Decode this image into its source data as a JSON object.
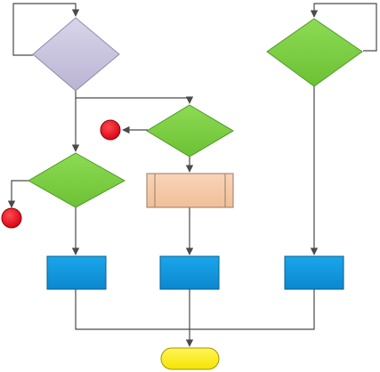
{
  "diagram": {
    "kind": "flowchart",
    "labels": "none",
    "colors": {
      "decision_purple": "#c7c2dc",
      "decision_green": "#7ccf43",
      "process_orange": "#f5c9a9",
      "process_blue": "#1496dc",
      "terminator_yellow": "#ffee00",
      "end_red": "#e6111a",
      "connector": "#4a4a4a"
    },
    "nodes": [
      {
        "id": "decision-1",
        "shape": "diamond",
        "color": "decision_purple"
      },
      {
        "id": "decision-2",
        "shape": "diamond",
        "color": "decision_green"
      },
      {
        "id": "decision-3",
        "shape": "diamond",
        "color": "decision_green"
      },
      {
        "id": "decision-4",
        "shape": "diamond",
        "color": "decision_green"
      },
      {
        "id": "subprocess-1",
        "shape": "predefined-process",
        "color": "process_orange"
      },
      {
        "id": "process-1",
        "shape": "rectangle",
        "color": "process_blue"
      },
      {
        "id": "process-2",
        "shape": "rectangle",
        "color": "process_blue"
      },
      {
        "id": "process-3",
        "shape": "rectangle",
        "color": "process_blue"
      },
      {
        "id": "end-circle-1",
        "shape": "circle",
        "color": "end_red"
      },
      {
        "id": "end-circle-2",
        "shape": "circle",
        "color": "end_red"
      },
      {
        "id": "terminator",
        "shape": "rounded-terminator",
        "color": "terminator_yellow"
      }
    ],
    "edges": [
      {
        "from": "decision-1",
        "to": "decision-1",
        "type": "loop"
      },
      {
        "from": "decision-1",
        "to": "decision-2"
      },
      {
        "from": "decision-1",
        "to": "decision-3"
      },
      {
        "from": "decision-2",
        "to": "end-circle-1"
      },
      {
        "from": "decision-2",
        "to": "subprocess-1"
      },
      {
        "from": "subprocess-1",
        "to": "process-2"
      },
      {
        "from": "decision-3",
        "to": "end-circle-2"
      },
      {
        "from": "decision-3",
        "to": "process-1"
      },
      {
        "from": "decision-4",
        "to": "decision-4",
        "type": "loop"
      },
      {
        "from": "decision-4",
        "to": "process-3"
      },
      {
        "from": "process-1",
        "to": "terminator"
      },
      {
        "from": "process-2",
        "to": "terminator"
      },
      {
        "from": "process-3",
        "to": "terminator"
      }
    ]
  }
}
